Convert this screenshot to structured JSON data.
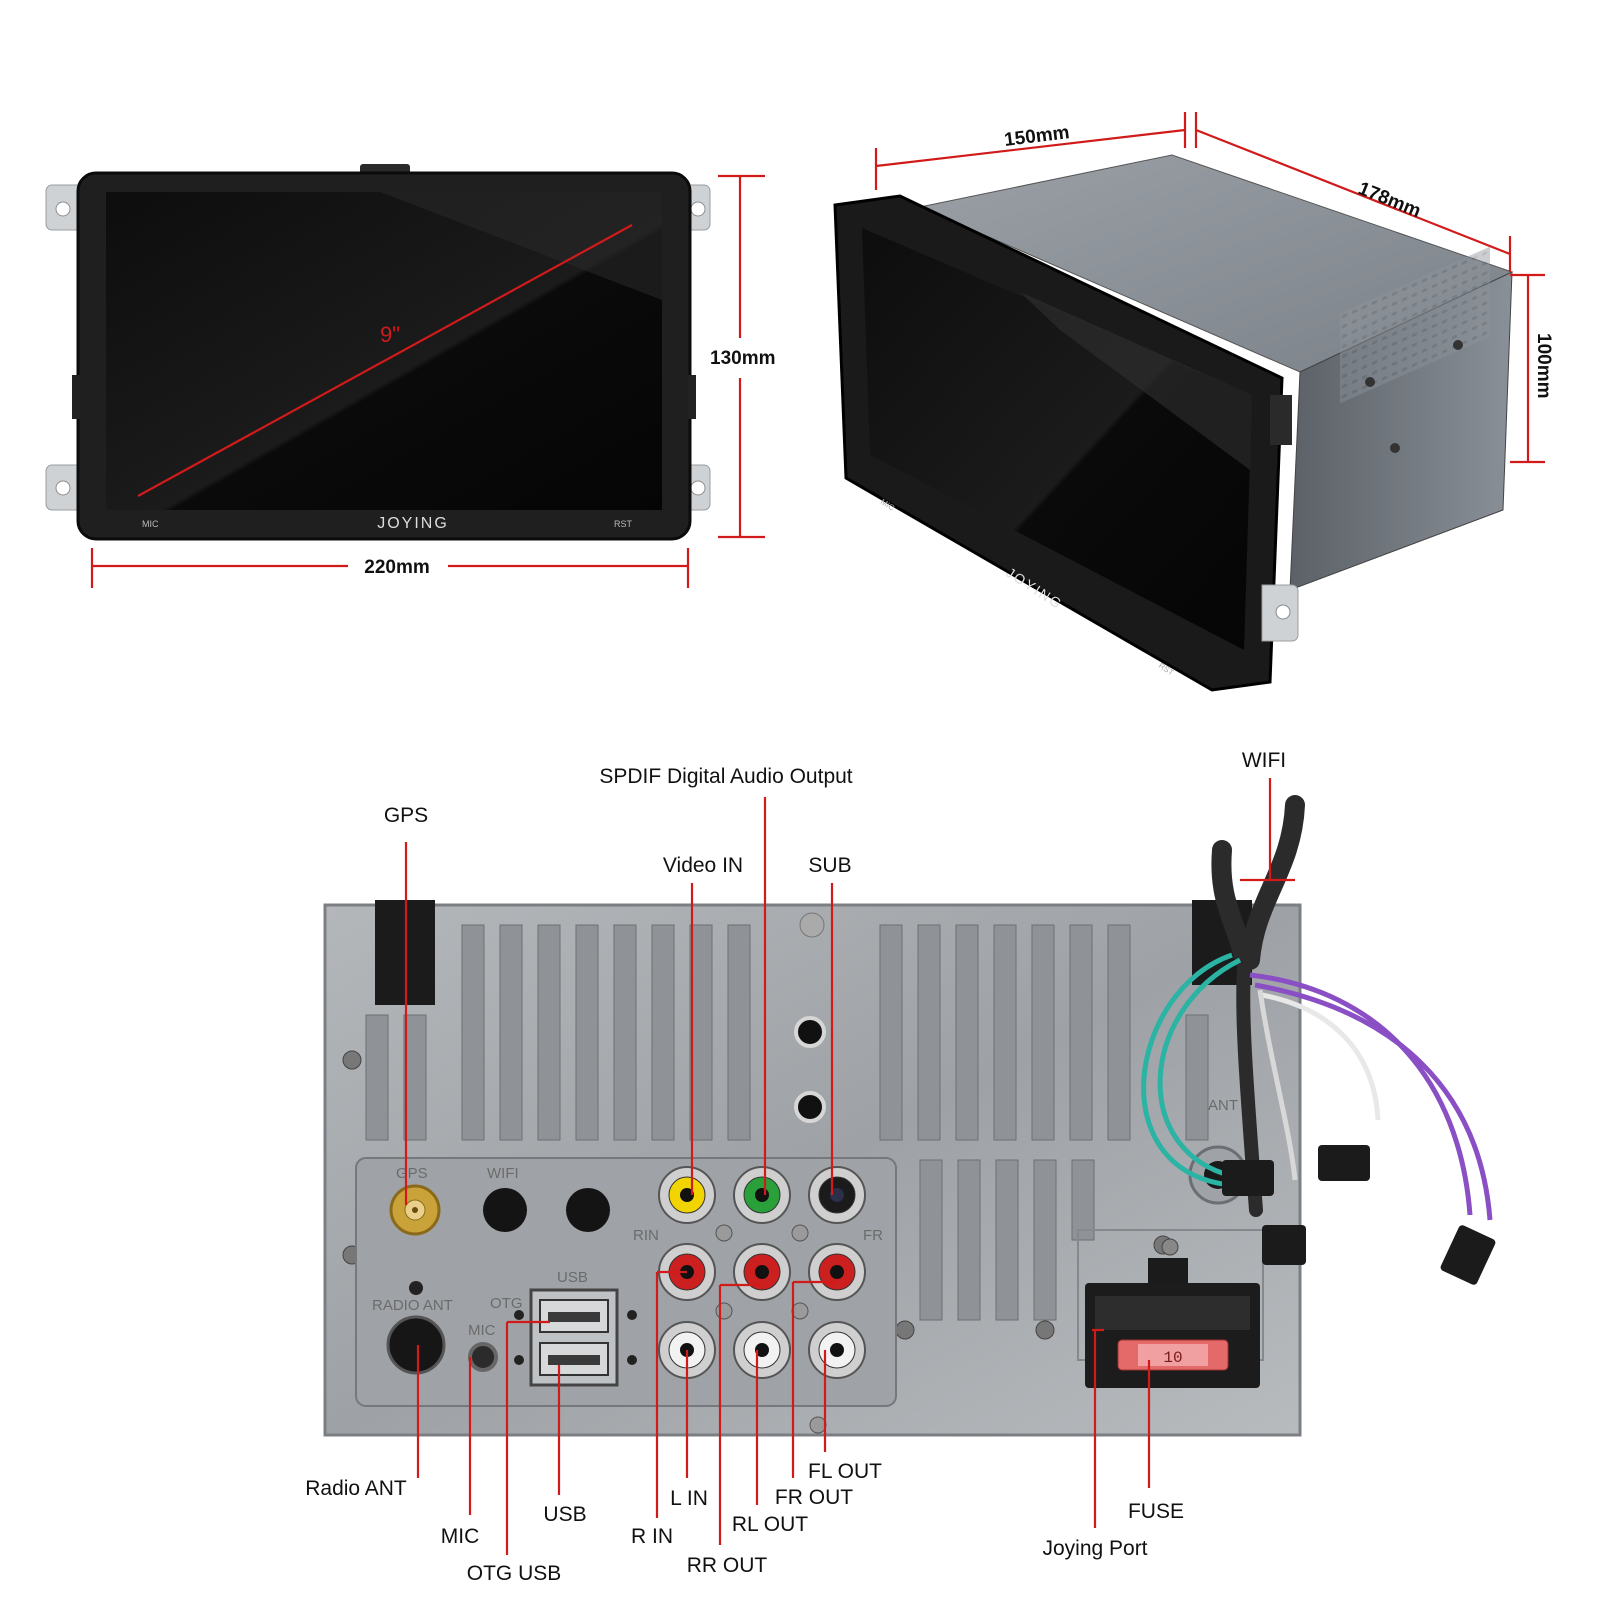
{
  "front_view": {
    "diagonal": "9\"",
    "height": "130mm",
    "width": "220mm",
    "brand": "JOYING",
    "mic_label": "MIC",
    "rst_label": "RST"
  },
  "side_view": {
    "width": "150mm",
    "depth": "178mm",
    "height": "100mm",
    "brand": "JOYING",
    "mic_label": "MIC",
    "rst_label": "RST"
  },
  "rear_panel": {
    "silk": {
      "gps": "GPS",
      "wifi": "WIFI",
      "radio_ant": "RADIO ANT",
      "otg": "OTG",
      "usb": "USB",
      "mic": "MIC",
      "r_in": "RIN",
      "fr": "FR",
      "ant": "ANT",
      "fuse_value": "10"
    }
  },
  "callouts": {
    "gps": "GPS",
    "spdif": "SPDIF Digital Audio Output",
    "video_in": "Video IN",
    "sub": "SUB",
    "wifi": "WIFI",
    "radio_ant": "Radio ANT",
    "mic": "MIC",
    "otg_usb": "OTG USB",
    "usb": "USB",
    "r_in": "R IN",
    "l_in": "L IN",
    "rr_out": "RR OUT",
    "rl_out": "RL OUT",
    "fr_out": "FR OUT",
    "fl_out": "FL OUT",
    "joying_port": "Joying Port",
    "fuse": "FUSE"
  },
  "colors": {
    "dimension_line": "#d11a1a",
    "video_jack": "#f2d400",
    "spdif_jack": "#2aa03a",
    "audio_in_jack": "#cc1f1f",
    "audio_out_jack": "#f2f2f2",
    "wifi_cable": "#2bb3a3",
    "harness_wire": "#8a4fc4"
  }
}
